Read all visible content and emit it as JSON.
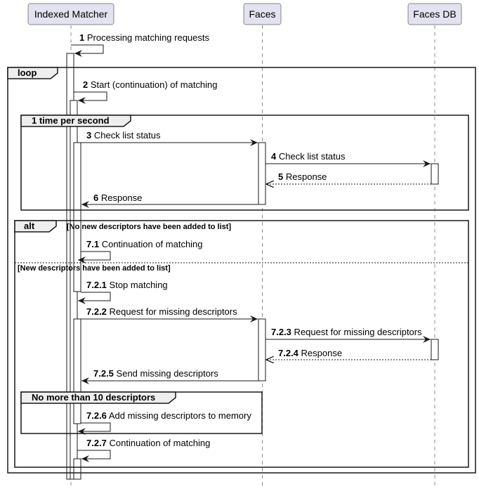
{
  "participants": [
    {
      "label": "Indexed Matcher"
    },
    {
      "label": "Faces"
    },
    {
      "label": "Faces DB"
    }
  ],
  "messages": [
    {
      "number": "1",
      "text": "Processing matching requests"
    },
    {
      "number": "2",
      "text": "Start (continuation) of matching"
    },
    {
      "number": "3",
      "text": "Check list status"
    },
    {
      "number": "4",
      "text": "Check list status"
    },
    {
      "number": "5",
      "text": "Response"
    },
    {
      "number": "6",
      "text": "Response"
    },
    {
      "number": "7.1",
      "text": "Continuation of matching"
    },
    {
      "number": "7.2.1",
      "text": "Stop matching"
    },
    {
      "number": "7.2.2",
      "text": "Request for missing descriptors"
    },
    {
      "number": "7.2.3",
      "text": "Request for missing descriptors"
    },
    {
      "number": "7.2.4",
      "text": "Response"
    },
    {
      "number": "7.2.5",
      "text": "Send missing descriptors"
    },
    {
      "number": "7.2.6",
      "text": "Add missing descriptors to memory"
    },
    {
      "number": "7.2.7",
      "text": "Continuation of matching"
    }
  ],
  "fragments": {
    "loop": {
      "kind": "loop"
    },
    "every_second": {
      "kind": "1 time per second"
    },
    "alt": {
      "kind": "alt",
      "guard_1": "[No new descriptors have been added to list]",
      "guard_2": "[New descriptors have been added to list]"
    },
    "limit": {
      "kind": "No more than 10 descriptors"
    }
  },
  "colors": {
    "participant_fill": "#e2e2f0",
    "participant_border": "#181818",
    "line": "#181818",
    "lifeline": "#181818",
    "frame_label_fill": "#eeeeee"
  }
}
